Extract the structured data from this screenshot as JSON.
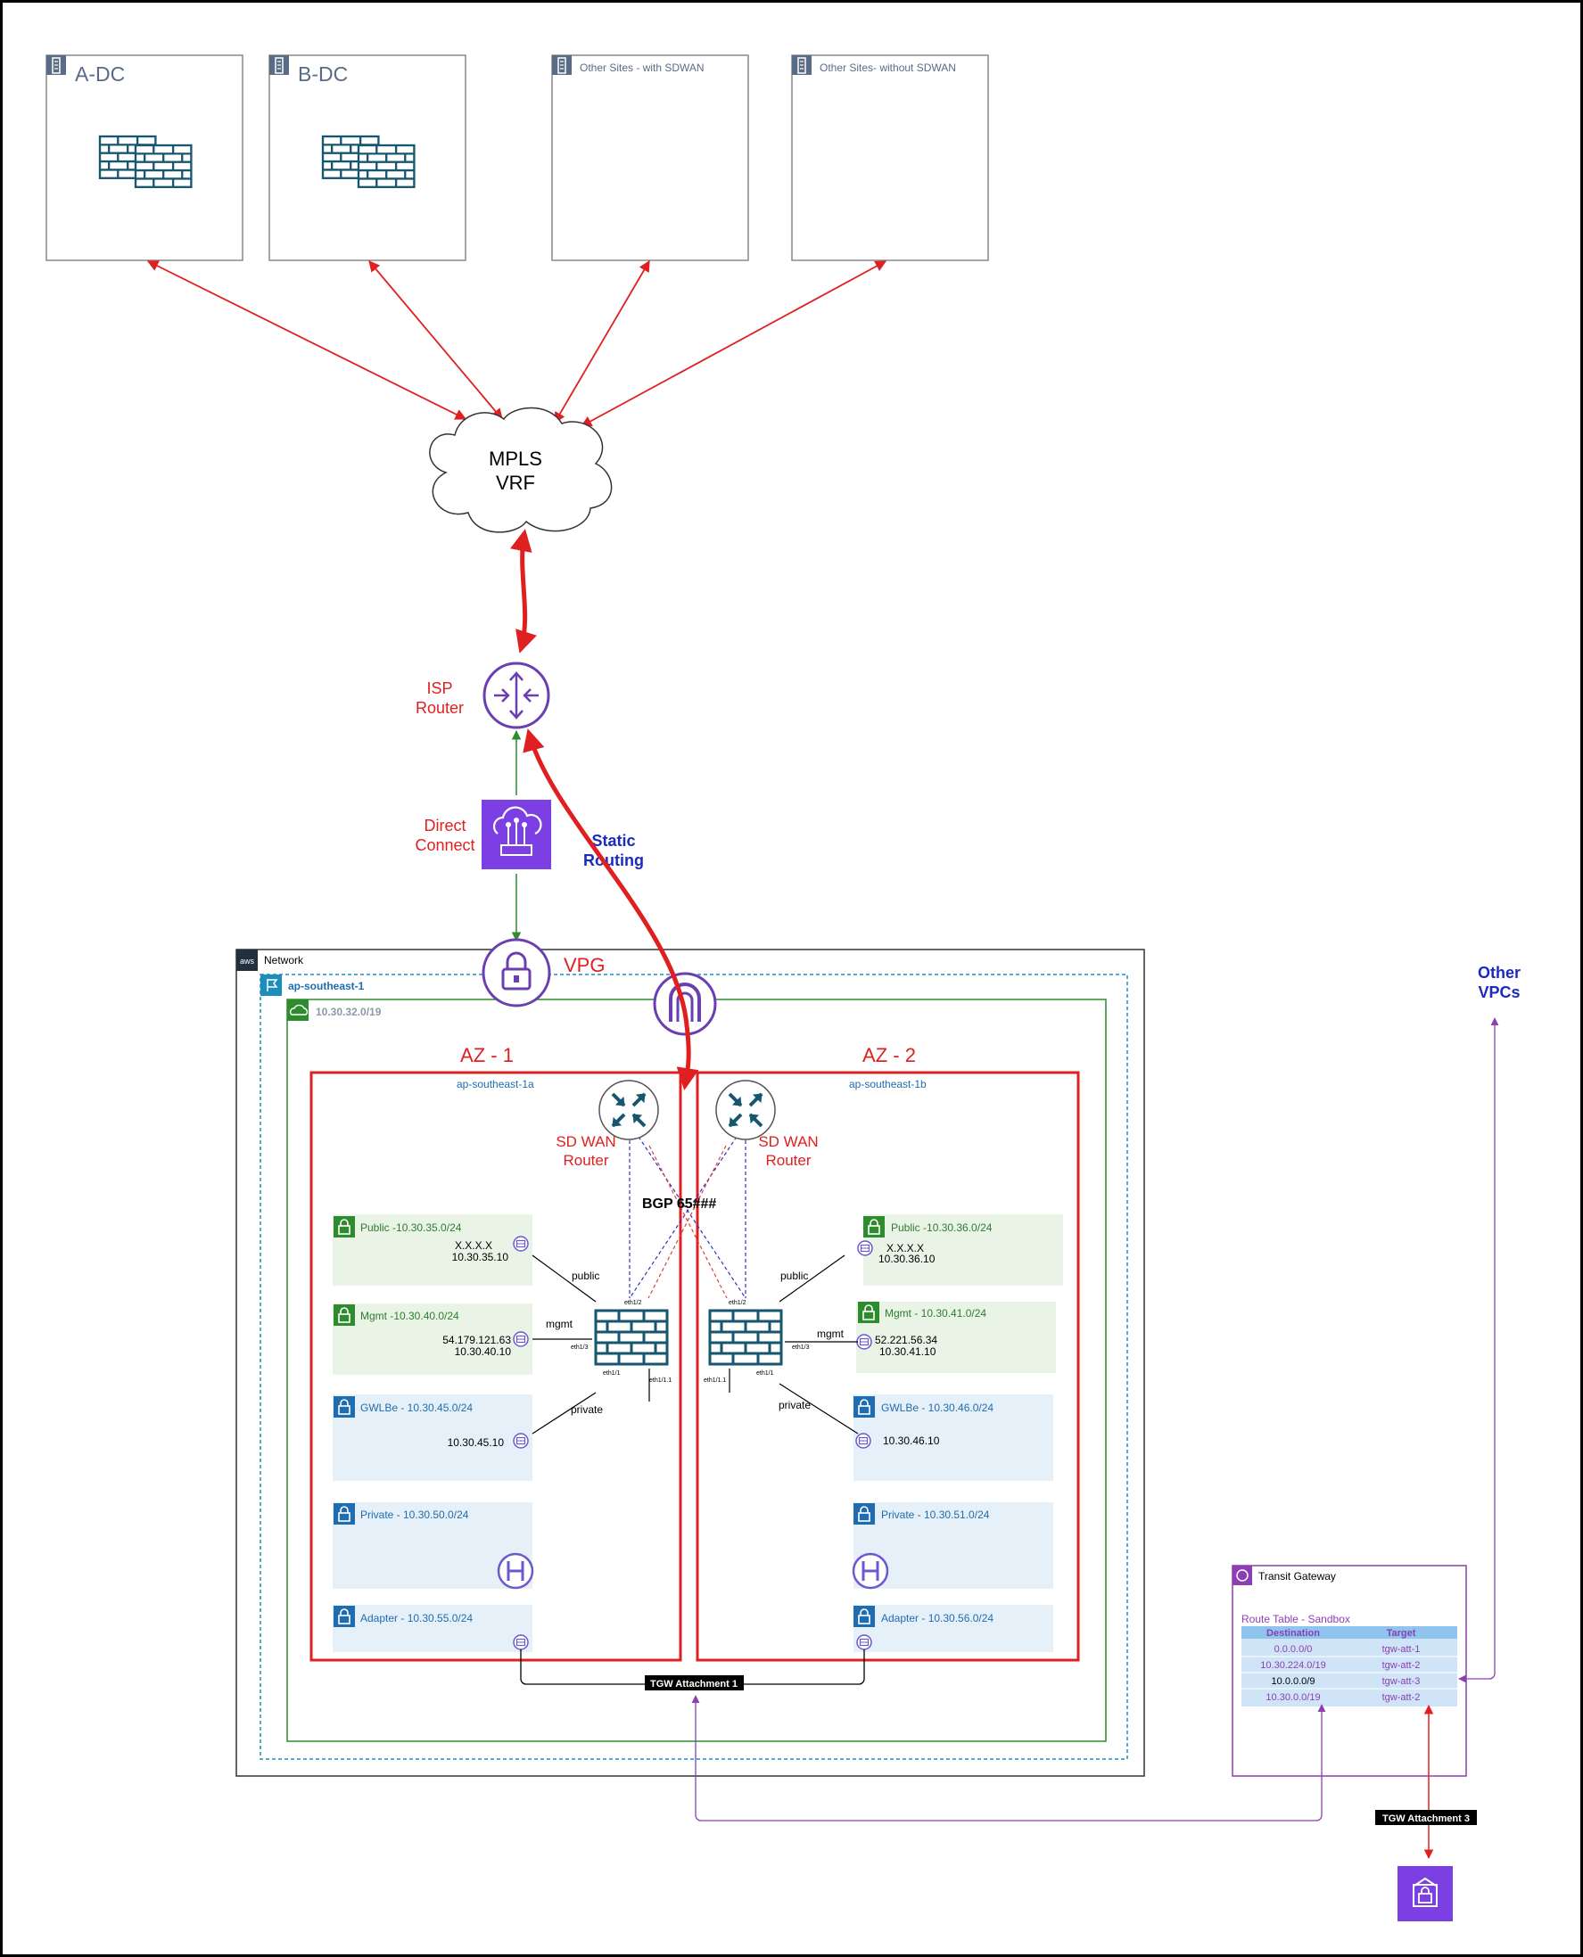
{
  "sites": [
    {
      "name": "A-DC"
    },
    {
      "name": "B-DC"
    },
    {
      "name": "Other Sites - with SDWAN"
    },
    {
      "name": "Other Sites- without SDWAN"
    }
  ],
  "mpls": {
    "line1": "MPLS",
    "line2": "VRF"
  },
  "isp": {
    "line1": "ISP",
    "line2": "Router"
  },
  "direct_connect": {
    "line1": "Direct",
    "line2": "Connect"
  },
  "static_routing": {
    "line1": "Static",
    "line2": "Routing"
  },
  "vpg": {
    "label": "VPG"
  },
  "network": {
    "label": "Network"
  },
  "region": {
    "label": "ap-southeast-1"
  },
  "vpc": {
    "cidr": "10.30.32.0/19"
  },
  "bgp": {
    "label": "BGP 65###"
  },
  "other_vpcs": {
    "line1": "Other",
    "line2": "VPCs"
  },
  "az1": {
    "title": "AZ - 1",
    "zone": "ap-southeast-1a",
    "router_line1": "SD WAN",
    "router_line2": "Router",
    "subnets": {
      "public": {
        "name": "Public -10.30.35.0/24",
        "ip1": "X.X.X.X",
        "ip2": "10.30.35.10"
      },
      "mgmt": {
        "name": "Mgmt -10.30.40.0/24",
        "ip1": "54.179.121.63",
        "ip2": "10.30.40.10"
      },
      "gwlbe": {
        "name": "GWLBe - 10.30.45.0/24",
        "ip1": "10.30.45.10"
      },
      "private": {
        "name": "Private - 10.30.50.0/24"
      },
      "adapter": {
        "name": "Adapter - 10.30.55.0/24"
      }
    },
    "links": {
      "public": "public",
      "mgmt": "mgmt",
      "private": "private"
    },
    "ports": {
      "p12": "eth1/2",
      "p13": "eth1/3",
      "p11": "eth1/1",
      "p111": "eth1/1.1"
    }
  },
  "az2": {
    "title": "AZ - 2",
    "zone": "ap-southeast-1b",
    "router_line1": "SD WAN",
    "router_line2": "Router",
    "subnets": {
      "public": {
        "name": "Public -10.30.36.0/24",
        "ip1": "X.X.X.X",
        "ip2": "10.30.36.10"
      },
      "mgmt": {
        "name": "Mgmt - 10.30.41.0/24",
        "ip1": "52.221.56.34",
        "ip2": "10.30.41.10"
      },
      "gwlbe": {
        "name": "GWLBe - 10.30.46.0/24",
        "ip1": "10.30.46.10"
      },
      "private": {
        "name": "Private - 10.30.51.0/24"
      },
      "adapter": {
        "name": "Adapter - 10.30.56.0/24"
      }
    },
    "links": {
      "public": "public",
      "mgmt": "mgmt",
      "private": "private"
    },
    "ports": {
      "p12": "eth1/2",
      "p13": "eth1/3",
      "p11": "eth1/1",
      "p111": "eth1/1.1"
    }
  },
  "tgw_attach1": "TGW Attachment 1",
  "tgw_attach3": "TGW Attachment 3",
  "tgw": {
    "title": "Transit Gateway",
    "route_table": "Route Table - Sandbox",
    "header": {
      "dest": "Destination",
      "target": "Target"
    },
    "rows": [
      {
        "dest": "0.0.0.0/0",
        "target": "tgw-att-1"
      },
      {
        "dest": "10.30.224.0/19",
        "target": "tgw-att-2"
      },
      {
        "dest": "10.0.0.0/9",
        "target": "tgw-att-3"
      },
      {
        "dest": "10.30.0.0/19",
        "target": "tgw-att-2"
      }
    ]
  },
  "colors": {
    "red": "#e02020",
    "purple": "#8c3fb3",
    "aws_purple": "#7b3fe4",
    "green": "#2e8b2e",
    "blue": "#1f6db0",
    "dark_blue": "#1a2bbd",
    "firewall": "#17566f",
    "public_fill": "#e9f3e6",
    "private_fill": "#e6f0f8"
  }
}
